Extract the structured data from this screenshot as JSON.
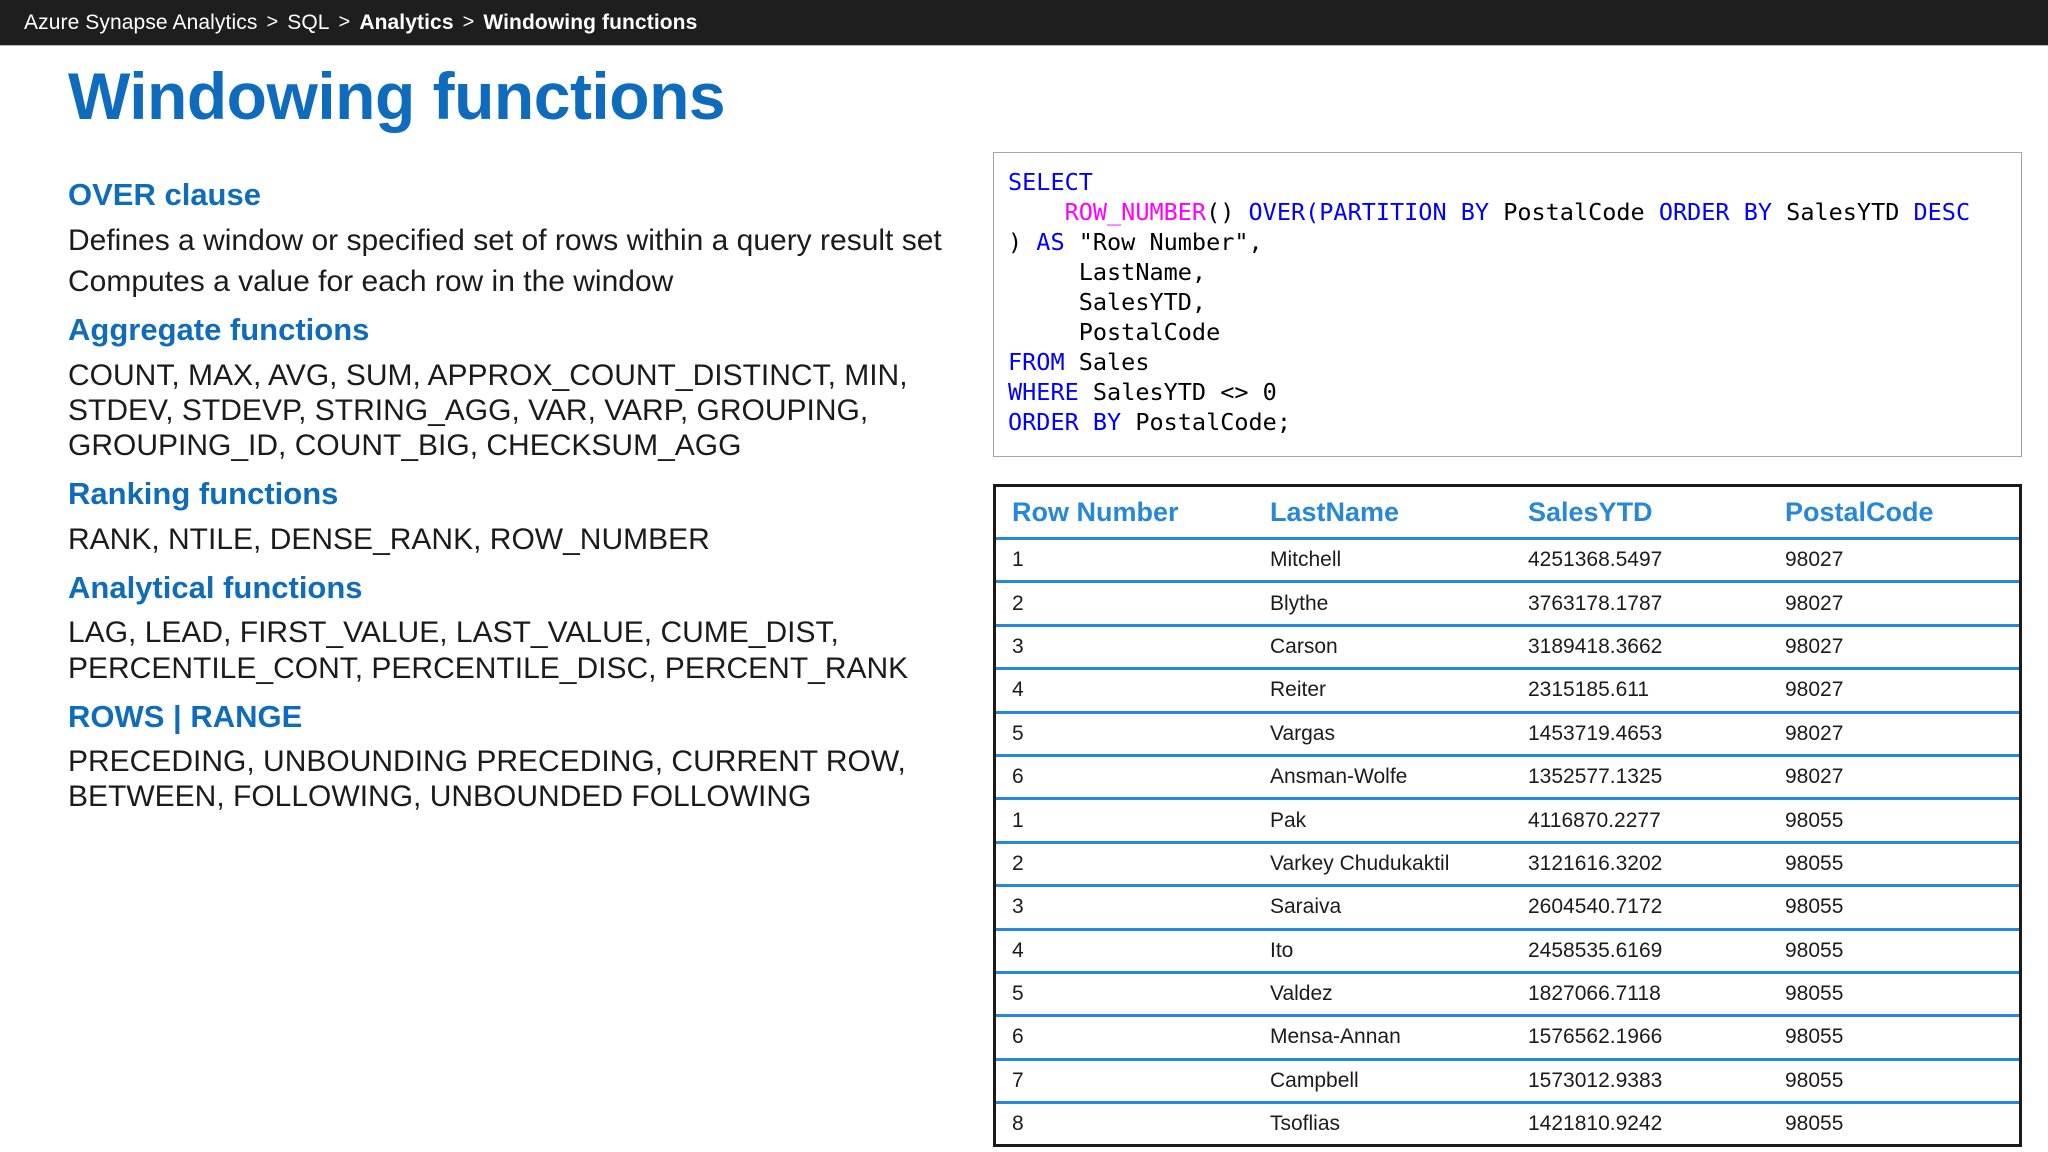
{
  "breadcrumb": {
    "separator": ">",
    "items": [
      {
        "label": "Azure Synapse Analytics",
        "strong": false
      },
      {
        "label": "SQL",
        "strong": false
      },
      {
        "label": "Analytics",
        "strong": true
      },
      {
        "label": "Windowing functions",
        "strong": true
      }
    ]
  },
  "page": {
    "title": "Windowing functions"
  },
  "sections": [
    {
      "heading": "OVER clause",
      "paragraphs": [
        "Defines a window or specified set of rows within a query result set",
        "Computes a value for each row in the window"
      ]
    },
    {
      "heading": "Aggregate functions",
      "paragraphs": [
        "COUNT, MAX, AVG, SUM, APPROX_COUNT_DISTINCT, MIN, STDEV, STDEVP, STRING_AGG, VAR, VARP, GROUPING, GROUPING_ID, COUNT_BIG, CHECKSUM_AGG"
      ]
    },
    {
      "heading": "Ranking functions",
      "paragraphs": [
        "RANK, NTILE, DENSE_RANK, ROW_NUMBER"
      ]
    },
    {
      "heading": "Analytical functions",
      "paragraphs": [
        "LAG, LEAD, FIRST_VALUE, LAST_VALUE, CUME_DIST, PERCENTILE_CONT, PERCENTILE_DISC, PERCENT_RANK"
      ]
    },
    {
      "heading": "ROWS | RANGE",
      "paragraphs": [
        "PRECEDING, UNBOUNDING PRECEDING, CURRENT ROW, BETWEEN, FOLLOWING, UNBOUNDED FOLLOWING"
      ]
    }
  ],
  "code": {
    "language": "sql",
    "colors": {
      "keyword": "#0000FF",
      "function": "#FF00FF",
      "plain": "#000000"
    },
    "lines": [
      [
        {
          "t": "SELECT",
          "c": "kw"
        }
      ],
      [
        {
          "t": "    ",
          "c": "pl"
        },
        {
          "t": "ROW_NUMBER",
          "c": "fn"
        },
        {
          "t": "() ",
          "c": "pl"
        },
        {
          "t": "OVER(PARTITION BY",
          "c": "kw"
        },
        {
          "t": " PostalCode ",
          "c": "pl"
        },
        {
          "t": "ORDER BY",
          "c": "kw"
        },
        {
          "t": " SalesYTD ",
          "c": "pl"
        },
        {
          "t": "DESC",
          "c": "kw"
        }
      ],
      [
        {
          "t": ") ",
          "c": "pl"
        },
        {
          "t": "AS",
          "c": "kw"
        },
        {
          "t": " \"Row Number\",",
          "c": "pl"
        }
      ],
      [
        {
          "t": "     LastName,",
          "c": "pl"
        }
      ],
      [
        {
          "t": "     SalesYTD,",
          "c": "pl"
        }
      ],
      [
        {
          "t": "     PostalCode",
          "c": "pl"
        }
      ],
      [
        {
          "t": "FROM",
          "c": "kw"
        },
        {
          "t": " Sales",
          "c": "pl"
        }
      ],
      [
        {
          "t": "WHERE",
          "c": "kw"
        },
        {
          "t": " SalesYTD <> 0",
          "c": "pl"
        }
      ],
      [
        {
          "t": "ORDER BY",
          "c": "kw"
        },
        {
          "t": " PostalCode;",
          "c": "pl"
        }
      ]
    ],
    "text": "SELECT\n    ROW_NUMBER() OVER(PARTITION BY PostalCode ORDER BY SalesYTD DESC\n) AS \"Row Number\",\n     LastName,\n     SalesYTD,\n     PostalCode\nFROM Sales\nWHERE SalesYTD <> 0\nORDER BY PostalCode;"
  },
  "result_table": {
    "columns": [
      "Row Number",
      "LastName",
      "SalesYTD",
      "PostalCode"
    ],
    "rows": [
      [
        "1",
        "Mitchell",
        "4251368.5497",
        "98027"
      ],
      [
        "2",
        "Blythe",
        "3763178.1787",
        "98027"
      ],
      [
        "3",
        "Carson",
        "3189418.3662",
        "98027"
      ],
      [
        "4",
        "Reiter",
        "2315185.611",
        "98027"
      ],
      [
        "5",
        "Vargas",
        "1453719.4653",
        "98027"
      ],
      [
        "6",
        "Ansman-Wolfe",
        "1352577.1325",
        "98027"
      ],
      [
        "1",
        "Pak",
        "4116870.2277",
        "98055"
      ],
      [
        "2",
        "Varkey Chudukaktil",
        "3121616.3202",
        "98055"
      ],
      [
        "3",
        "Saraiva",
        "2604540.7172",
        "98055"
      ],
      [
        "4",
        "Ito",
        "2458535.6169",
        "98055"
      ],
      [
        "5",
        "Valdez",
        "1827066.7118",
        "98055"
      ],
      [
        "6",
        "Mensa-Annan",
        "1576562.1966",
        "98055"
      ],
      [
        "7",
        "Campbell",
        "1573012.9383",
        "98055"
      ],
      [
        "8",
        "Tsoflias",
        "1421810.9242",
        "98055"
      ]
    ]
  },
  "theme": {
    "accent_blue": "#0F6CBD",
    "table_header_blue": "#2787D8",
    "topbar_bg": "#1E1E1E",
    "body_text": "#1B1B1B",
    "page_bg": "#FFFFFF"
  }
}
